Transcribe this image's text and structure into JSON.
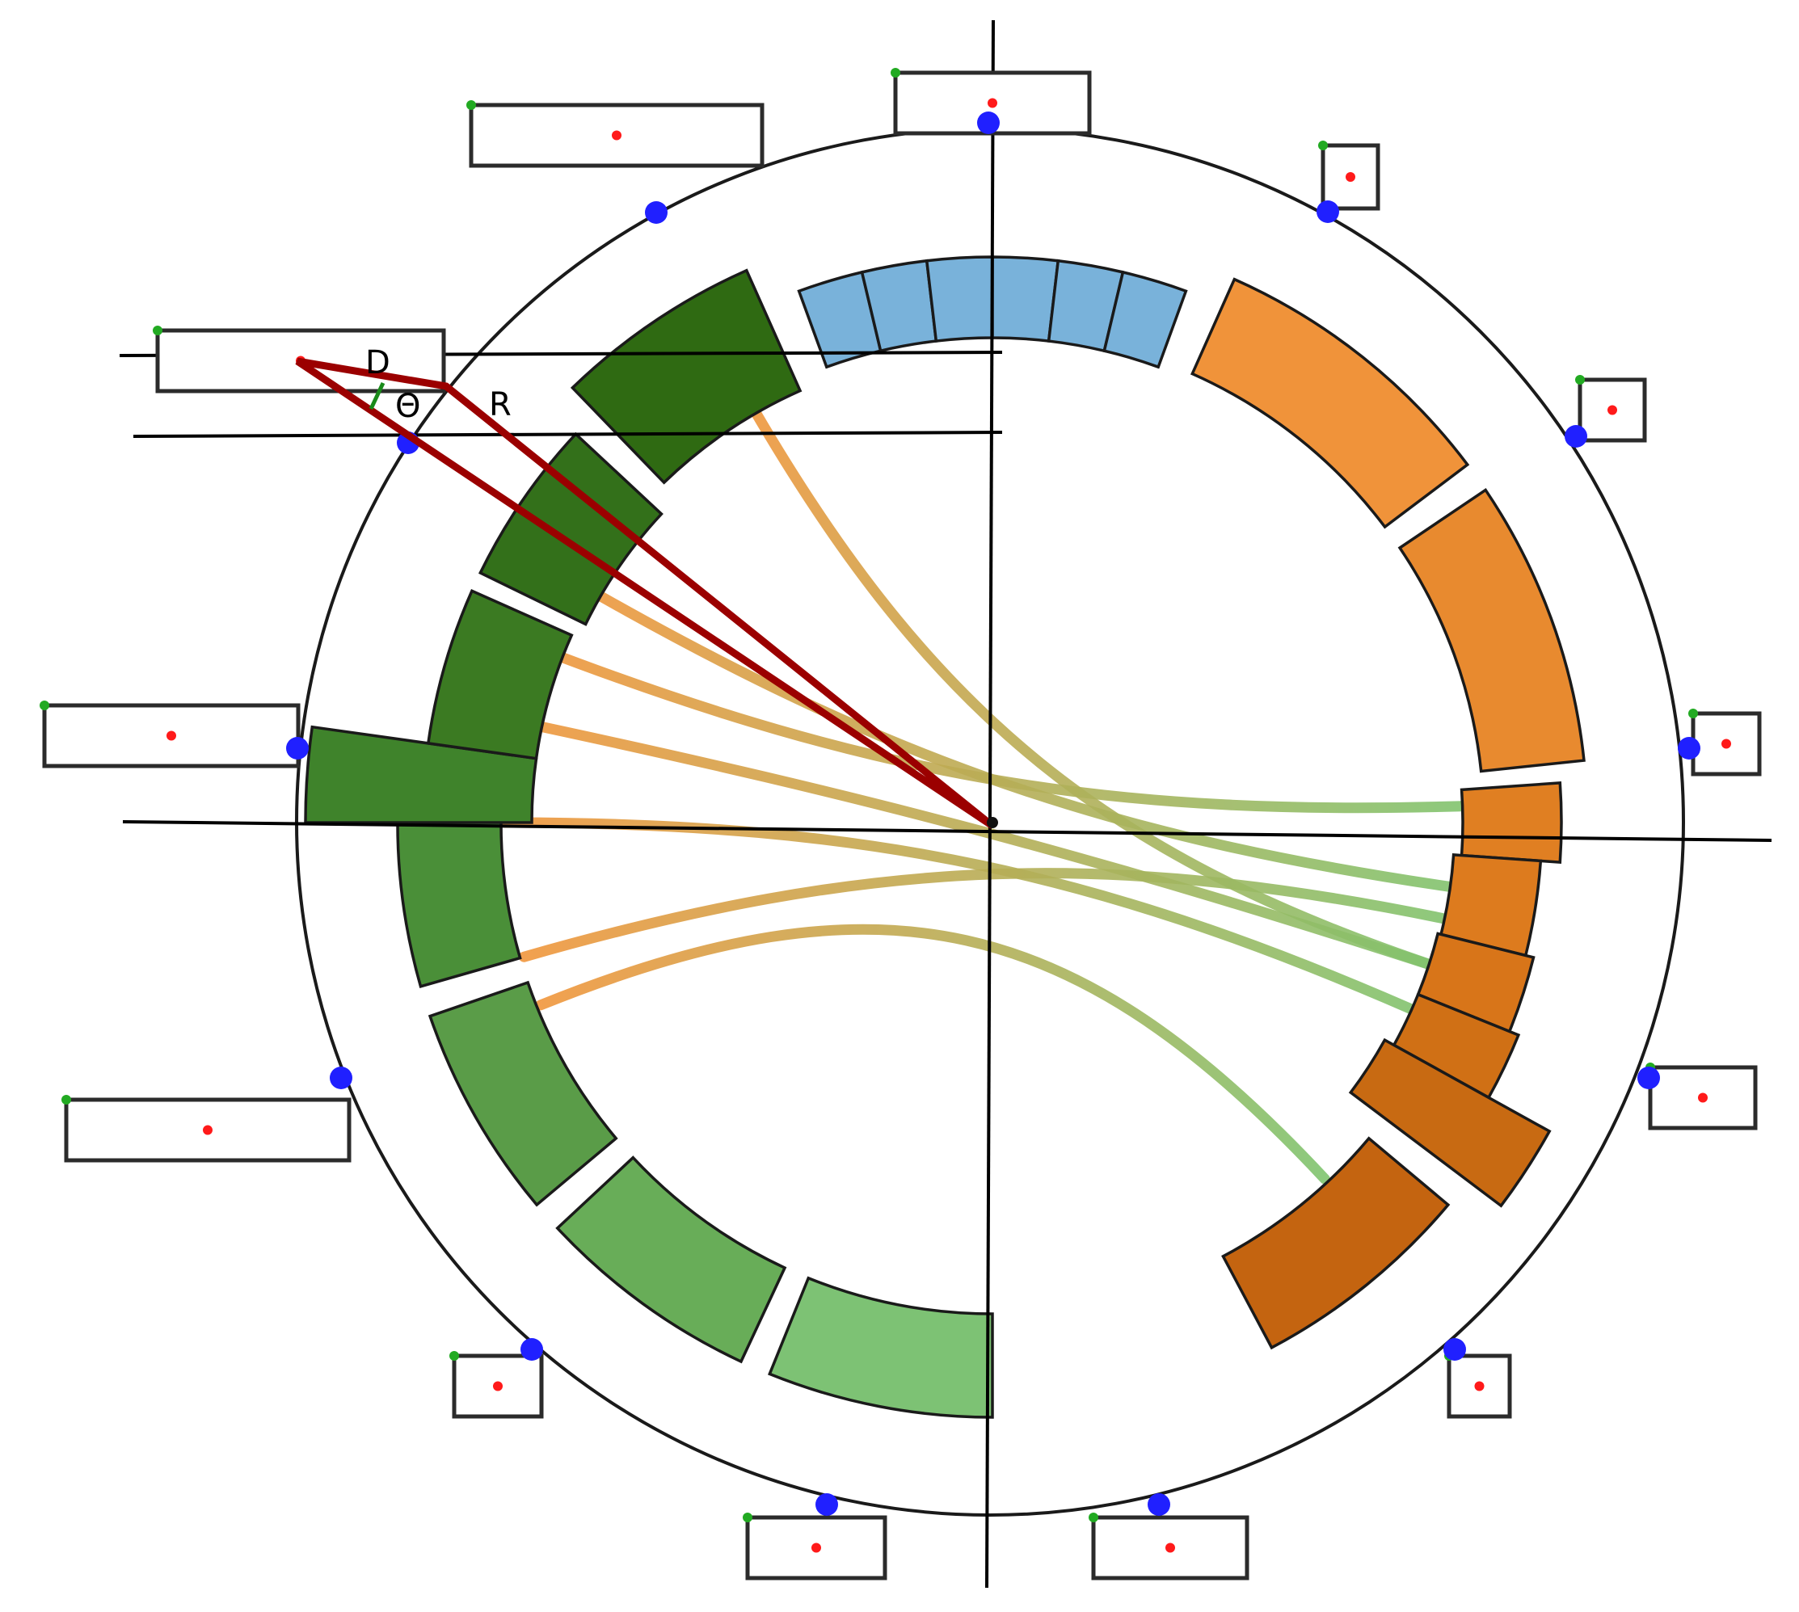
{
  "diagram": {
    "annotation_symbols": {
      "d": "D",
      "theta": "Θ",
      "r": "R"
    }
  },
  "colors": {
    "blue_group": "#79b2da",
    "orange_group": [
      "#f0933a",
      "#e88a2f",
      "#e07f22",
      "#dd7b1e",
      "#d87519",
      "#d07015",
      "#c86a12",
      "#c46410"
    ],
    "green_group": [
      "#2f6a12",
      "#33701a",
      "#3b7a22",
      "#3f832b",
      "#4a8f38",
      "#5a9c48",
      "#68ad58",
      "#7dc274"
    ],
    "triangle": "#9b0000",
    "leader_line": "#1a8a1a",
    "anchor_dot": "#2020ff",
    "corner_dot": "#22aa22",
    "center_dot": "#ff1a1a"
  },
  "icons": {
    "anchor": "blue-anchor-dot-icon",
    "label_corner": "green-corner-dot-icon",
    "label_center": "red-center-dot-icon"
  }
}
